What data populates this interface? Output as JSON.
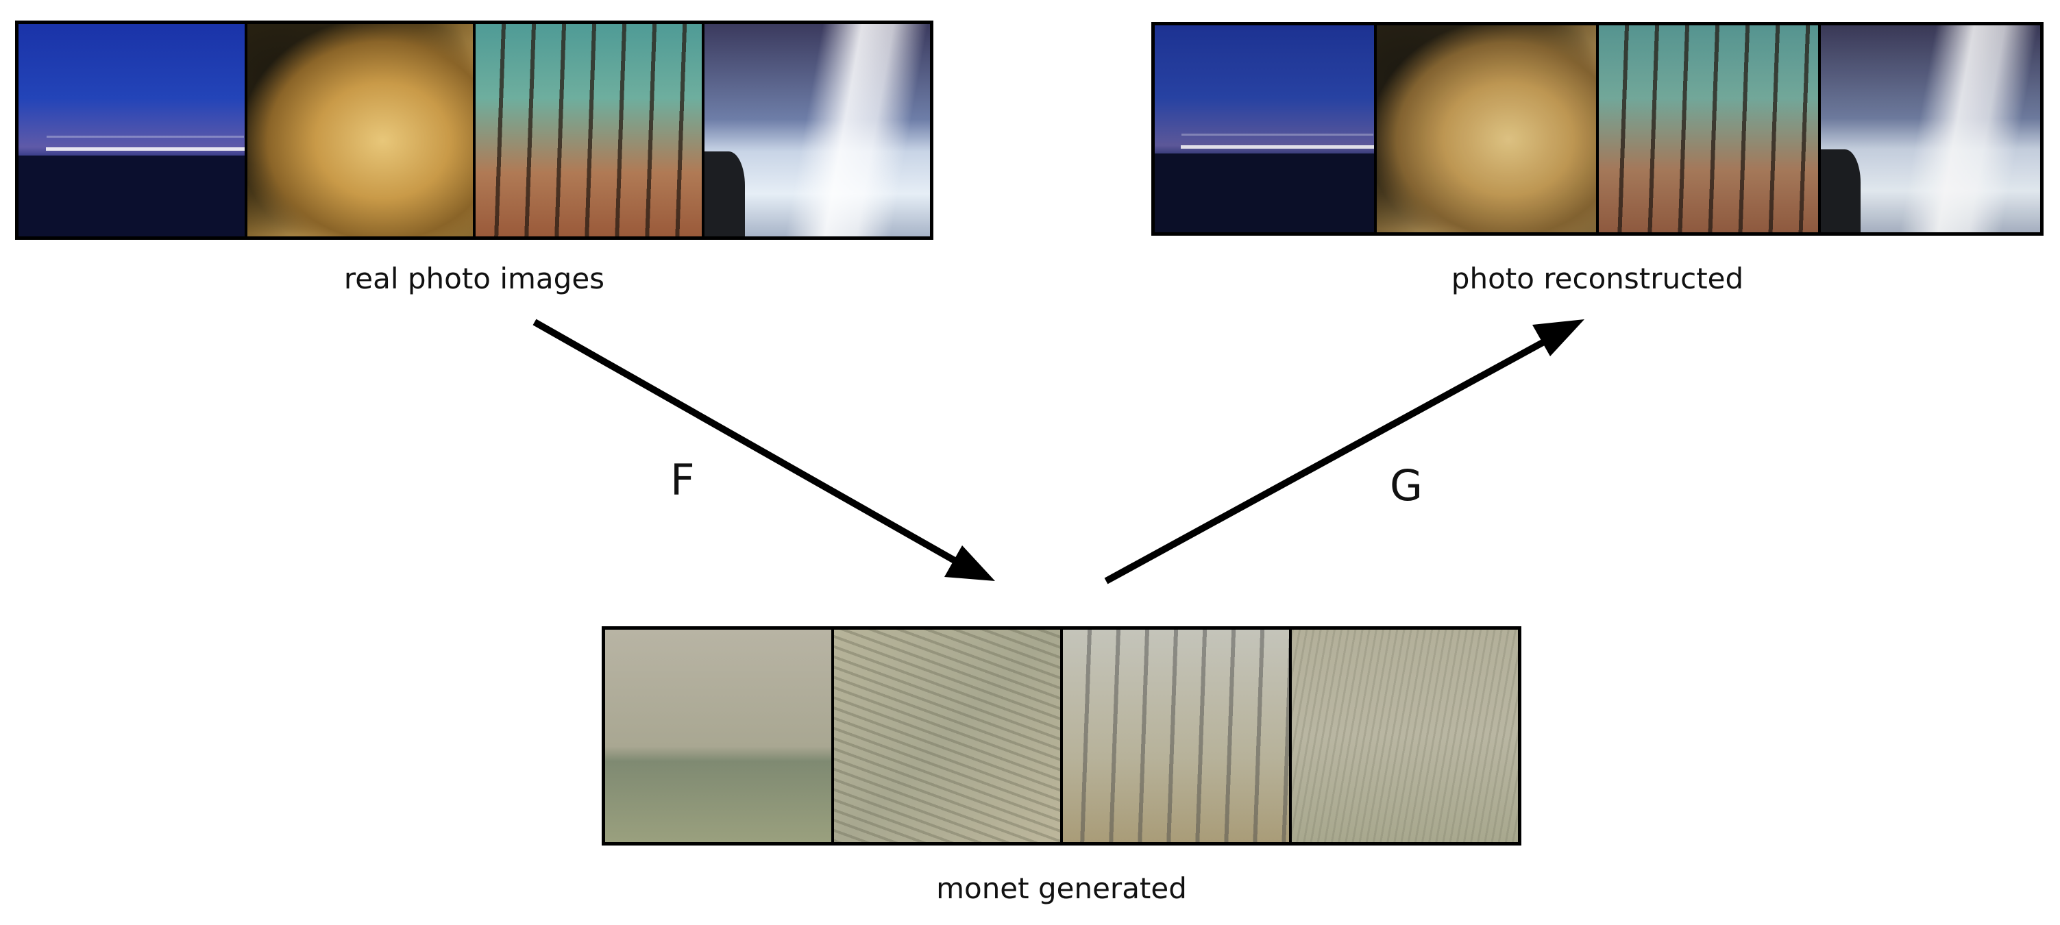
{
  "captions": {
    "real": "real photo images",
    "reconstructed": "photo reconstructed",
    "monet": "monet generated"
  },
  "mappings": {
    "forward": "F",
    "backward": "G"
  },
  "tiles": {
    "real": [
      "bridge-at-night",
      "cave-rock",
      "autumn-forest",
      "ocean-wave"
    ],
    "reconstructed": [
      "bridge-at-night",
      "cave-rock",
      "autumn-forest",
      "ocean-wave"
    ],
    "monet": [
      "bridge-at-night",
      "cave-rock",
      "autumn-forest",
      "ocean-wave"
    ]
  },
  "colors": {
    "arrow": "#000000",
    "border": "#000000",
    "text": "#111111"
  }
}
